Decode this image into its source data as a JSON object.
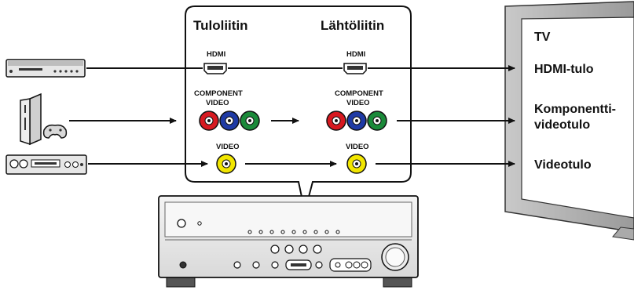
{
  "panel": {
    "input_title": "Tuloliitin",
    "output_title": "Lähtöliitin"
  },
  "connectors": {
    "hdmi": "HDMI",
    "component_line1": "COMPONENT",
    "component_line2": "VIDEO",
    "video": "VIDEO"
  },
  "tv": {
    "label": "TV",
    "hdmi_in": "HDMI-tulo",
    "component_in_line1": "Komponentti-",
    "component_in_line2": "videotulo",
    "video_in": "Videotulo"
  },
  "devices": [
    "bd-player-icon",
    "game-console-icon",
    "vcr-icon"
  ],
  "colors": {
    "red": "#d71920",
    "blue": "#1f3aa5",
    "green": "#1b8a3a",
    "yellow": "#f2e600"
  }
}
